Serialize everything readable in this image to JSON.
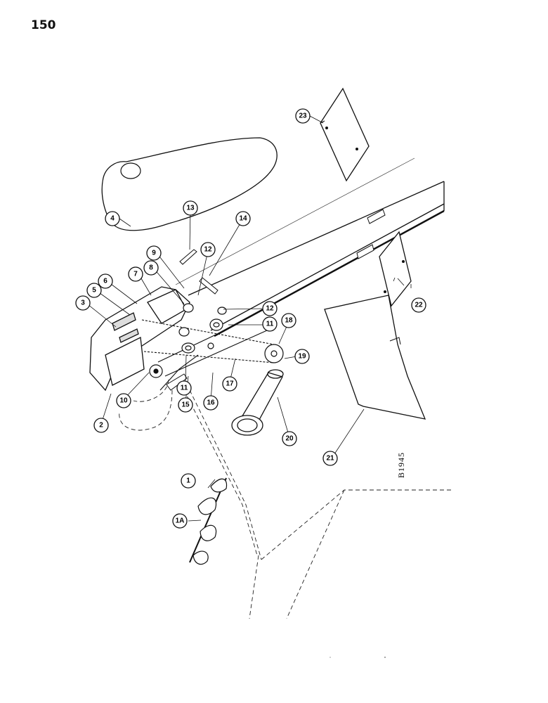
{
  "page": {
    "number": "150"
  },
  "drawing": {
    "code": "B1945"
  },
  "callouts": [
    {
      "id": "c1",
      "label": "1"
    },
    {
      "id": "c1a",
      "label": "1A"
    },
    {
      "id": "c2",
      "label": "2"
    },
    {
      "id": "c3",
      "label": "3"
    },
    {
      "id": "c4",
      "label": "4"
    },
    {
      "id": "c5",
      "label": "5"
    },
    {
      "id": "c6",
      "label": "6"
    },
    {
      "id": "c7",
      "label": "7"
    },
    {
      "id": "c8",
      "label": "8"
    },
    {
      "id": "c9",
      "label": "9"
    },
    {
      "id": "c10",
      "label": "10"
    },
    {
      "id": "c11a",
      "label": "11"
    },
    {
      "id": "c11b",
      "label": "11"
    },
    {
      "id": "c12a",
      "label": "12"
    },
    {
      "id": "c12b",
      "label": "12"
    },
    {
      "id": "c13",
      "label": "13"
    },
    {
      "id": "c14",
      "label": "14"
    },
    {
      "id": "c15",
      "label": "15"
    },
    {
      "id": "c16",
      "label": "16"
    },
    {
      "id": "c17",
      "label": "17"
    },
    {
      "id": "c18",
      "label": "18"
    },
    {
      "id": "c19",
      "label": "19"
    },
    {
      "id": "c20",
      "label": "20"
    },
    {
      "id": "c21",
      "label": "21"
    },
    {
      "id": "c22",
      "label": "22"
    },
    {
      "id": "c23",
      "label": "23"
    }
  ]
}
